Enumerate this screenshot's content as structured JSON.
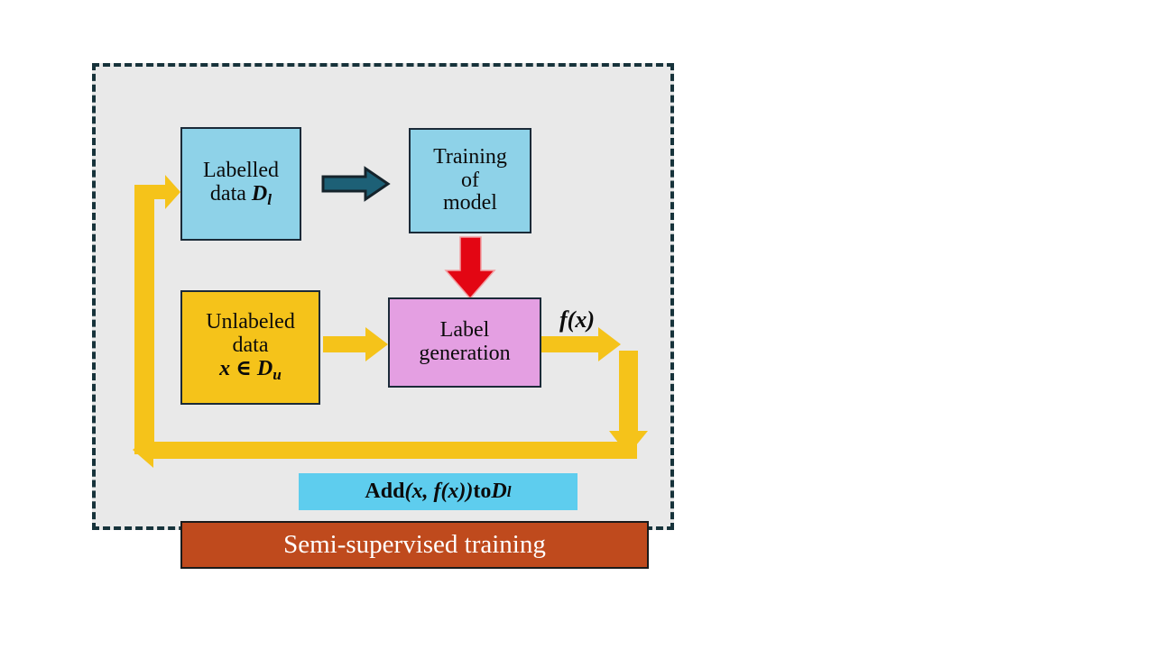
{
  "diagram": {
    "title_banner": "Semi-supervised training",
    "region_label": "semi-supervised-loop-region",
    "colors": {
      "region_fill": "#e9e9e9",
      "region_border": "#17333b",
      "blue_box": "#8ed2e8",
      "yellow_box": "#f5c31a",
      "pink_box": "#e49fe2",
      "cyan_banner": "#5ecdee",
      "brown_banner": "#bf4a1d",
      "yellow_arrow": "#f5c31a",
      "teal_arrow": "#1d6076",
      "red_arrow": "#e30613",
      "text_dark": "#0b0b0b",
      "text_light": "#ffffff"
    },
    "nodes": [
      {
        "id": "labelled-data",
        "lines": [
          "Labelled",
          "data D_l"
        ],
        "line1": "Labelled",
        "line2_prefix": "data ",
        "line2_symbol": "D",
        "line2_subscript": "l"
      },
      {
        "id": "training-of-model",
        "line1": "Training",
        "line2": "of",
        "line3": "model"
      },
      {
        "id": "unlabeled-data",
        "line1": "Unlabeled",
        "line2": "data",
        "line3_x": "x",
        "line3_in": " ∈ ",
        "line3_symbol": "D",
        "line3_subscript": "u"
      },
      {
        "id": "label-generation",
        "line1": "Label",
        "line2": "generation"
      }
    ],
    "edge_labels": {
      "fx": "f(x)"
    },
    "add_banner": {
      "prefix": "Add ",
      "expr": "(x, f(x))",
      "middle": " to ",
      "symbol": "D",
      "subscript": "l"
    },
    "arrows": [
      {
        "name": "labelled-to-training",
        "color": "#1d6076",
        "direction": "right"
      },
      {
        "name": "training-to-labelgen",
        "color": "#e30613",
        "direction": "down"
      },
      {
        "name": "unlabeled-to-labelgen",
        "color": "#f5c31a",
        "direction": "right"
      },
      {
        "name": "labelgen-to-right",
        "color": "#f5c31a",
        "direction": "right"
      },
      {
        "name": "right-down-to-bottom",
        "color": "#f5c31a",
        "direction": "down"
      },
      {
        "name": "bottom-feedback-left",
        "color": "#f5c31a",
        "direction": "left"
      },
      {
        "name": "left-up-to-labelled",
        "color": "#f5c31a",
        "direction": "up-right"
      }
    ]
  }
}
